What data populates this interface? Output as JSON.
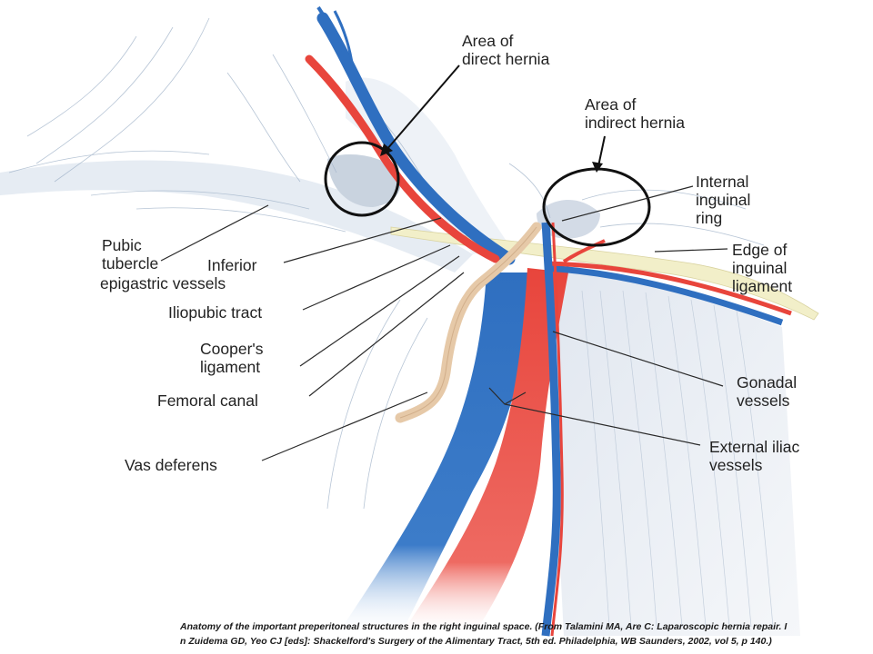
{
  "labels": {
    "area_direct": [
      "Area of",
      "direct hernia"
    ],
    "area_indirect": [
      "Area of",
      "indirect hernia"
    ],
    "internal_ring": [
      "Internal",
      "inguinal",
      "ring"
    ],
    "pubic_tubercle": [
      "Pubic",
      "tubercle"
    ],
    "inferior_epigastric": [
      "Inferior",
      "epigastric vessels"
    ],
    "edge_ligament": [
      "Edge of",
      "inguinal",
      "ligament"
    ],
    "iliopubic": [
      "Iliopubic tract"
    ],
    "coopers": [
      "Cooper's",
      "ligament"
    ],
    "femoral": [
      "Femoral canal"
    ],
    "gonadal": [
      "Gonadal",
      "vessels"
    ],
    "vas": [
      "Vas deferens"
    ],
    "external_iliac": [
      "External iliac",
      "vessels"
    ]
  },
  "caption": {
    "line1": "Anatomy of the important preperitoneal structures in the right inguinal space.  (From Talamini MA, Are C: Laparoscopic hernia repair. I",
    "line2": "n Zuidema  GD, Yeo CJ [eds]: Shackelford's  Surgery of the Alimentary Tract, 5th ed. Philadelphia,  WB Saunders, 2002, vol 5, p 140.)"
  },
  "colors": {
    "artery": "#e8453c",
    "vein": "#2f6fc0",
    "vas": "#e6c9a8",
    "fascia": "#c9d5e4",
    "ligament": "#f2efc9"
  }
}
